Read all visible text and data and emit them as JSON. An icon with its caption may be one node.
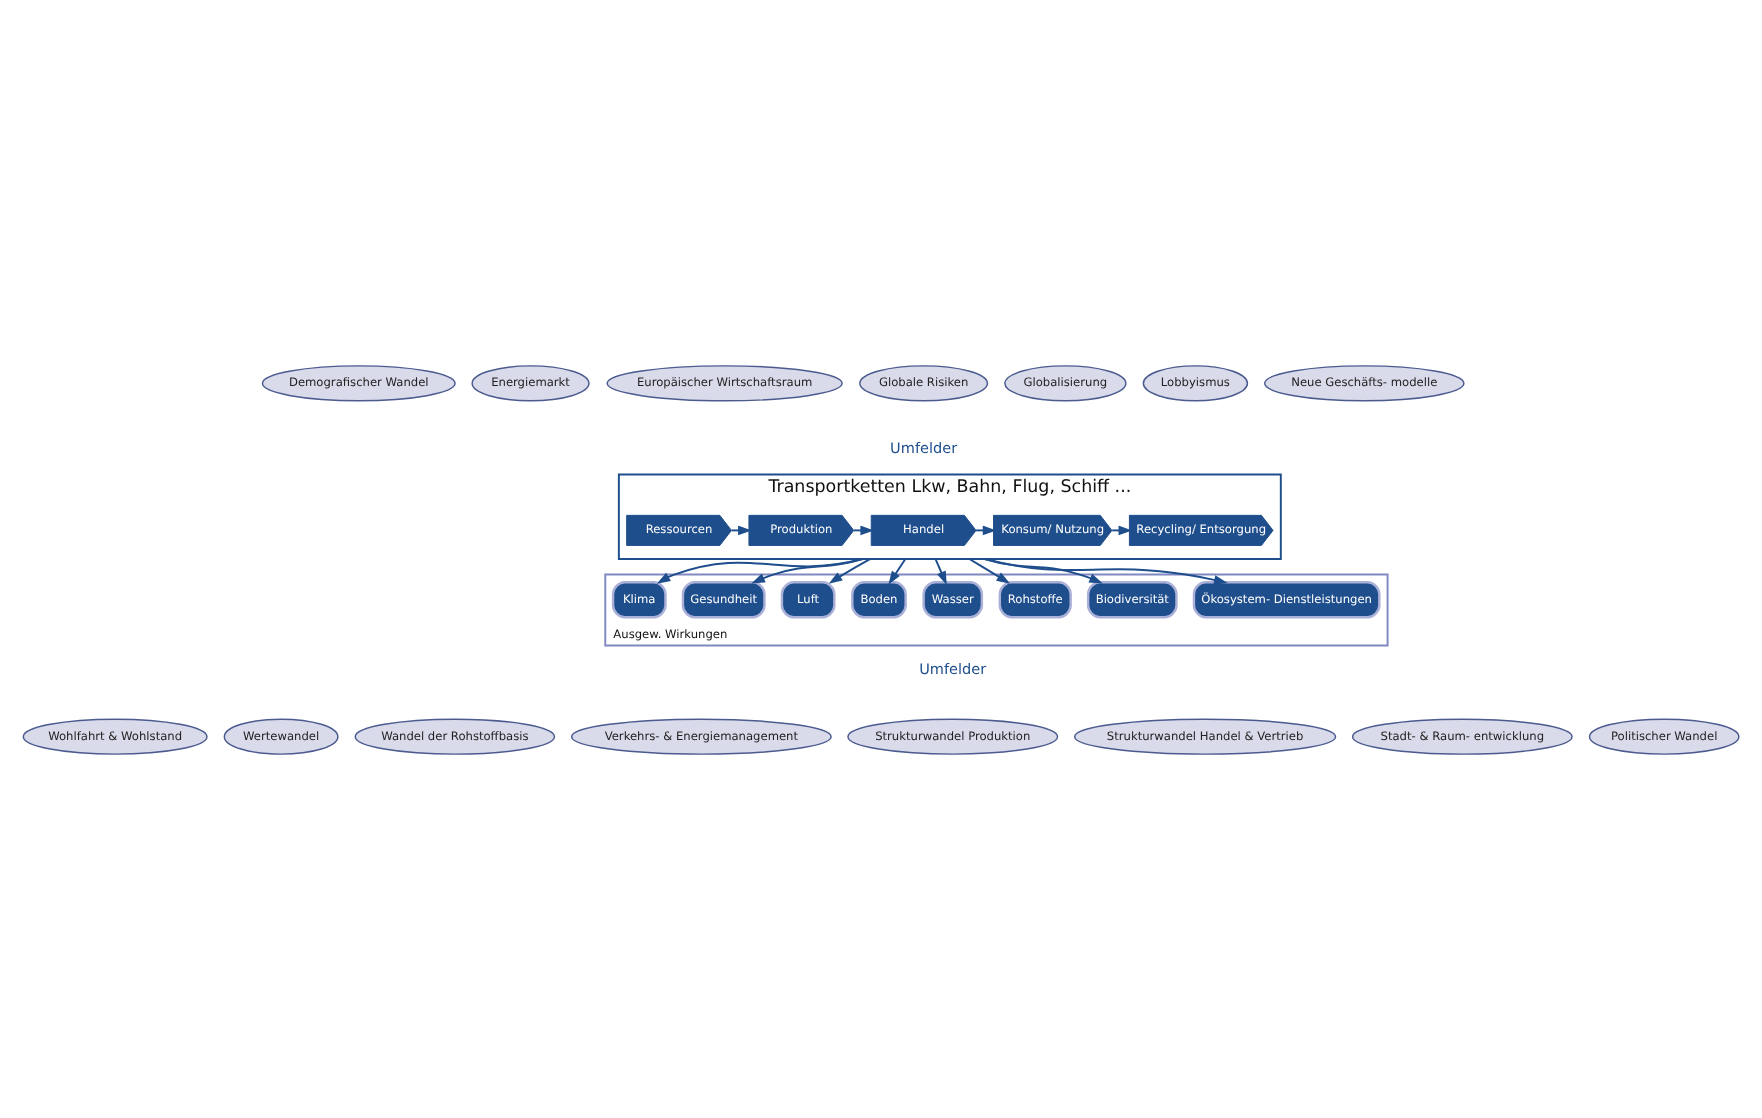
{
  "diagram": {
    "nodes": [
      {
        "text": [
          "Demografischer Wandel"
        ]
      },
      {
        "text": [
          "Energiemarkt"
        ]
      },
      {
        "text": [
          "Europäischer Wirtschaftsraum"
        ]
      },
      {
        "text": [
          "Globale Risiken"
        ]
      },
      {
        "text": [
          "Globalisierung"
        ]
      },
      {
        "text": [
          "Lobbyismus"
        ]
      },
      {
        "text": [
          "Neue Geschäfts- modelle"
        ]
      },
      {
        "text": [
          "Transportketten Lkw, Bahn, Flug, Schiff ..."
        ]
      },
      {
        "text": [
          "Ressourcen"
        ],
        "in": 7
      },
      {
        "text": [
          "Produktion"
        ],
        "in": 7
      },
      {
        "text": [
          "Handel"
        ],
        "in": 7
      },
      {
        "text": [
          "Konsum/ Nutzung"
        ],
        "in": 7
      },
      {
        "text": [
          "Recycling/ Entsorgung"
        ],
        "in": 7
      },
      {
        "text": [
          "Ausgew. Wirkungen"
        ]
      },
      {
        "text": [
          "Klima"
        ],
        "in": 13
      },
      {
        "text": [
          "Gesundheit"
        ],
        "in": 13
      },
      {
        "text": [
          "Luft"
        ],
        "in": 13
      },
      {
        "text": [
          "Boden"
        ],
        "in": 13
      },
      {
        "text": [
          "Wasser"
        ],
        "in": 13
      },
      {
        "text": [
          "Rohstoffe"
        ],
        "in": 13
      },
      {
        "text": [
          "Biodiversität"
        ],
        "in": 13
      },
      {
        "text": [
          "Ökosystem- Dienstleistungen"
        ],
        "in": 13
      },
      {
        "text": [
          "Wohlfahrt & Wohlstand"
        ]
      },
      {
        "text": [
          "Wertewandel"
        ]
      },
      {
        "text": [
          "Wandel der Rohstoffbasis"
        ]
      },
      {
        "text": [
          "Verkehrs- & Energiemanagement"
        ]
      },
      {
        "text": [
          "Strukturwandel Produktion"
        ]
      },
      {
        "text": [
          "Strukturwandel Handel & Vertrieb"
        ]
      },
      {
        "text": [
          "Stadt- & Raum- entwicklung"
        ]
      },
      {
        "text": [
          "Politischer Wandel"
        ]
      }
    ],
    "edges": [
      {
        "from": 8,
        "to": 9,
        "arrow": "to"
      },
      {
        "from": 9,
        "to": 10,
        "arrow": "to"
      },
      {
        "from": 10,
        "to": 11,
        "arrow": "to"
      },
      {
        "from": 11,
        "to": 12,
        "arrow": "to"
      },
      {
        "from": 7,
        "to": 14,
        "arrow": "to"
      },
      {
        "from": 7,
        "to": 15,
        "arrow": "to"
      },
      {
        "from": 7,
        "to": 16,
        "arrow": "to"
      },
      {
        "from": 7,
        "to": 17,
        "arrow": "to"
      },
      {
        "from": 7,
        "to": 18,
        "arrow": "to"
      },
      {
        "from": 7,
        "to": 19,
        "arrow": "to"
      },
      {
        "from": 7,
        "to": 20,
        "arrow": "to"
      },
      {
        "from": 7,
        "to": 21,
        "arrow": "to"
      }
    ],
    "labels": [
      "Umfelder",
      "Umfelder"
    ]
  }
}
